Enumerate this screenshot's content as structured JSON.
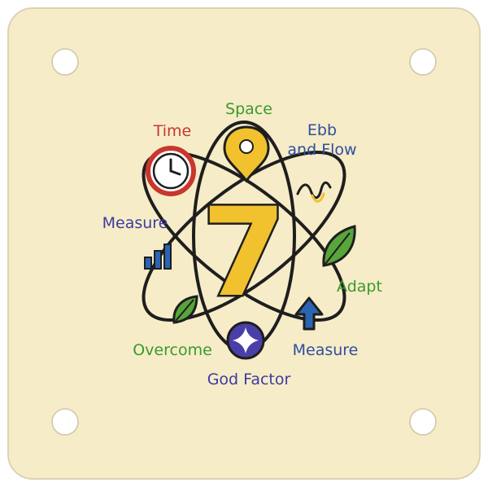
{
  "labels": {
    "space": "Space",
    "time": "Time",
    "ebb_line1": "Ebb",
    "ebb_line2": "and Flow",
    "measure_left": "Measure",
    "adapt": "Adapt",
    "overcome": "Overcome",
    "measure_right": "Measure",
    "god_factor": "God Factor",
    "center_number": "7"
  },
  "colors": {
    "plaque": "#f6ecc8",
    "outline": "#1e1e1e",
    "time": "#c8372d",
    "space": "#3a9a2c",
    "ebb": "#2f4f9e",
    "measure_left": "#3d3a9e",
    "adapt": "#3a9a2c",
    "overcome": "#3a9a2c",
    "measure_right": "#2f4f9e",
    "god_factor": "#3d3a9e",
    "seven": "#f2c12e",
    "pin": "#f2c12e",
    "leaf": "#58a53a",
    "arrow": "#2c64b4",
    "bars": "#2c64b4",
    "star_circle": "#4a3fa8"
  },
  "icons": [
    "clock-icon",
    "location-pin-icon",
    "wave-icon",
    "bar-chart-icon",
    "leaf-icon",
    "up-arrow-icon",
    "star-icon"
  ]
}
